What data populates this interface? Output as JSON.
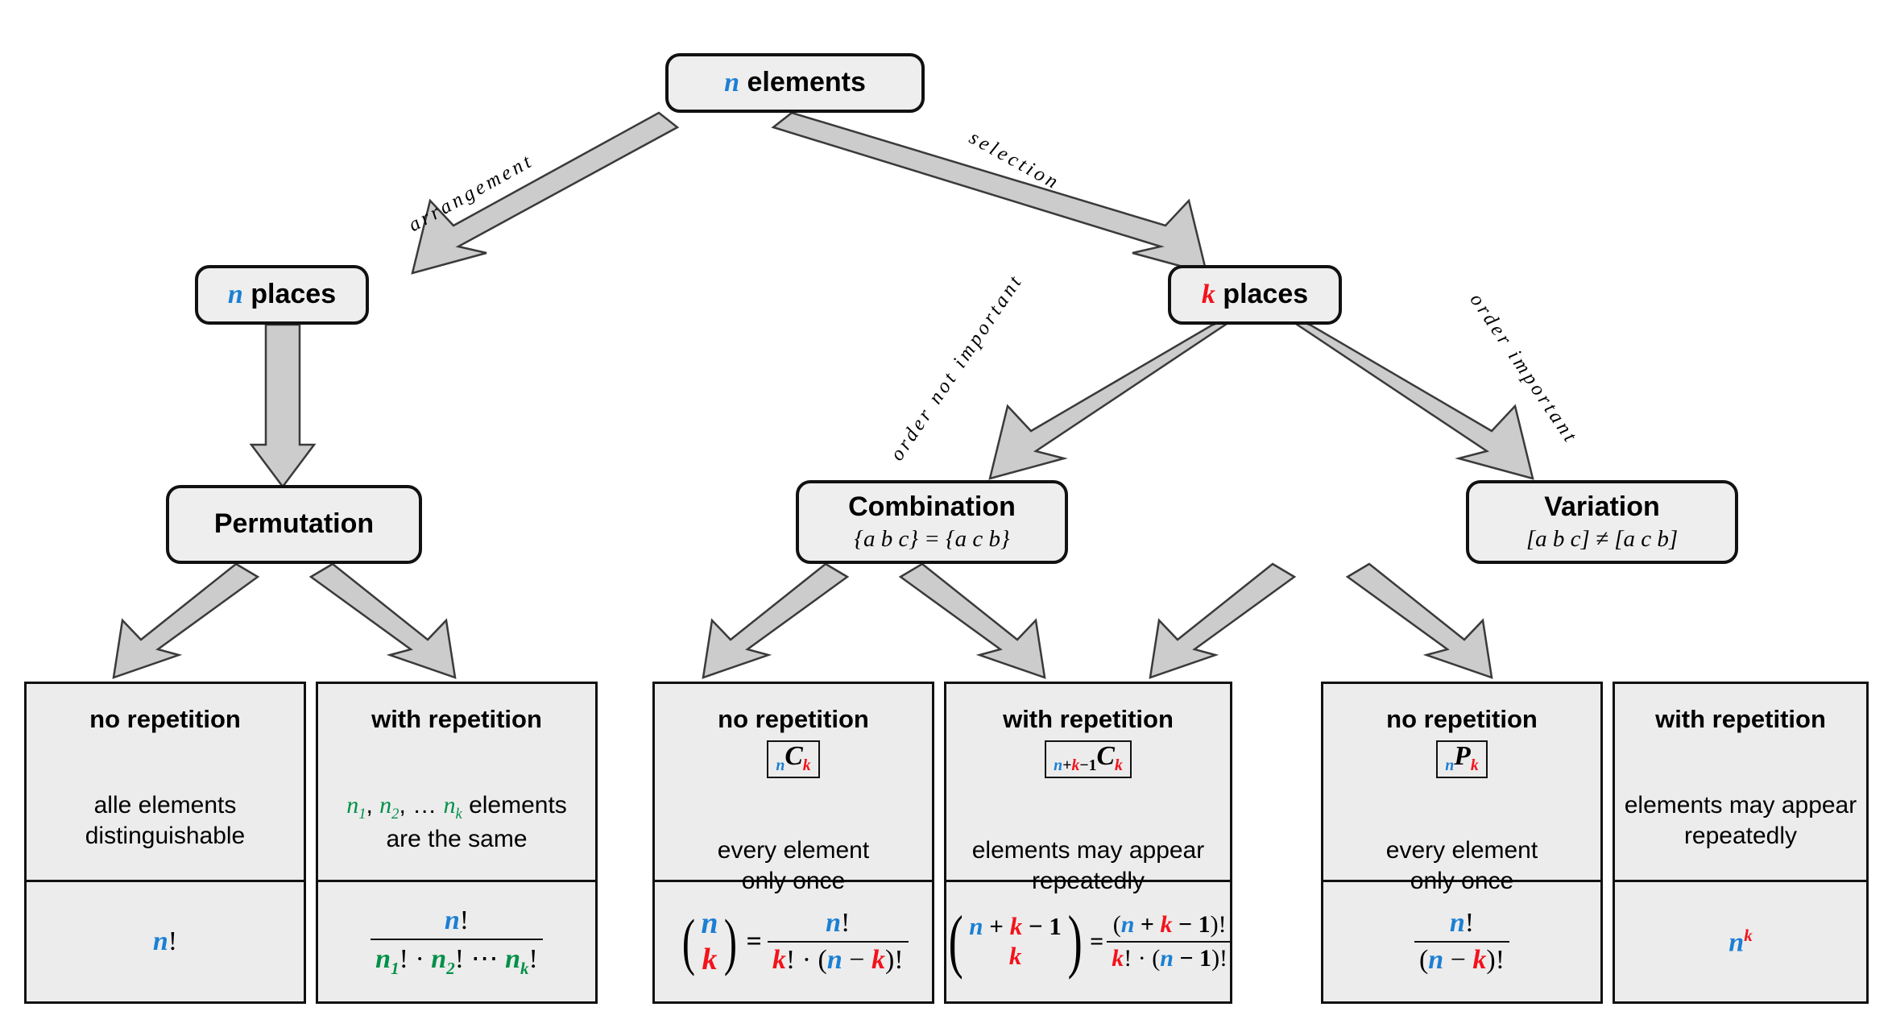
{
  "diagram": {
    "title": "Combinatorics decision tree",
    "colors": {
      "n_color": "#1b7fd4",
      "k_color": "#f4121b",
      "group_color": "#009048",
      "node_fill": "#eeeeee",
      "node_border": "#111111",
      "arrow_fill": "#cccccc",
      "background": "#ffffff"
    }
  },
  "nodes": {
    "root": {
      "var": "n",
      "label": "elements"
    },
    "level2_left": {
      "var": "n",
      "label": "places"
    },
    "level2_right": {
      "var": "k",
      "label": "places"
    },
    "permutation": {
      "title": "Permutation",
      "sub": ""
    },
    "combination": {
      "title": "Combination",
      "sub": "{a b c} = {a c b}"
    },
    "variation": {
      "title": "Variation",
      "sub": "[a b c] ≠ [a c b]"
    }
  },
  "edges": [
    {
      "id": "arrangement",
      "label": "arrangement",
      "from": "root",
      "to": "level2_left"
    },
    {
      "id": "selection",
      "label": "selection",
      "from": "root",
      "to": "level2_right"
    },
    {
      "id": "to-permutation",
      "label": "",
      "from": "level2_left",
      "to": "permutation"
    },
    {
      "id": "order-not-important",
      "label": "order not important",
      "from": "level2_right",
      "to": "combination"
    },
    {
      "id": "order-important",
      "label": "order important",
      "from": "level2_right",
      "to": "variation"
    }
  ],
  "leaves": [
    {
      "id": "permutation-no-repetition",
      "group": "Permutation",
      "head": "no repetition",
      "notation": "",
      "desc_line1": "alle elements",
      "desc_line2": "distinguishable",
      "formula": "n!"
    },
    {
      "id": "permutation-with-repetition",
      "group": "Permutation",
      "head": "with repetition",
      "notation": "",
      "desc_line1": "n₁, n₂, … nₖ elements",
      "desc_line2": "are the same",
      "formula": "n! / (n₁! · n₂! ⋯ nₖ!)"
    },
    {
      "id": "combination-no-repetition",
      "group": "Combination",
      "head": "no repetition",
      "notation": "nCk",
      "desc_line1": "every element",
      "desc_line2": "only once",
      "formula": "(n choose k) = n! / (k! · (n − k)!)"
    },
    {
      "id": "combination-with-repetition",
      "group": "Combination",
      "head": "with repetition",
      "notation": "n+k-1Ck",
      "desc_line1": "elements may appear",
      "desc_line2": "repeatedly",
      "formula": "(n+k−1 choose k) = (n + k − 1)! / (k! · (n − 1)!)"
    },
    {
      "id": "variation-no-repetition",
      "group": "Variation",
      "head": "no repetition",
      "notation": "nPk",
      "desc_line1": "every element",
      "desc_line2": "only once",
      "formula": "n! / (n − k)!"
    },
    {
      "id": "variation-with-repetition",
      "group": "Variation",
      "head": "with repetition",
      "notation": "",
      "desc_line1": "elements may appear",
      "desc_line2": "repeatedly",
      "formula": "nᵏ"
    }
  ]
}
